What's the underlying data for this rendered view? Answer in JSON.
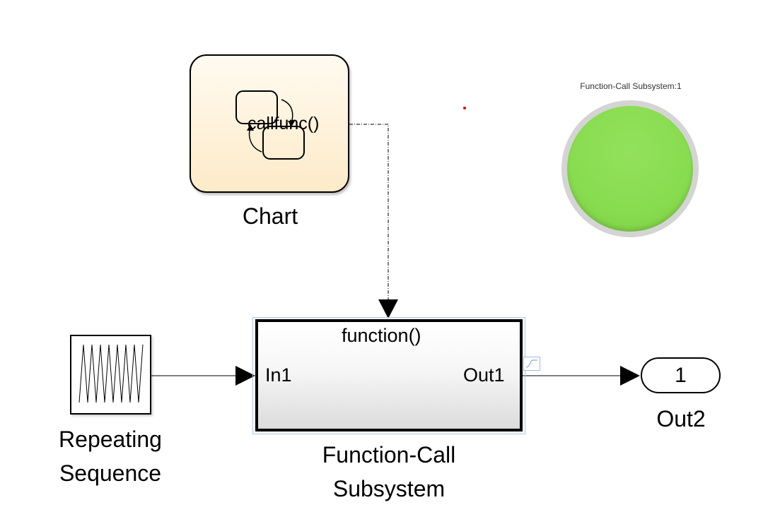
{
  "chart": {
    "label": "Chart",
    "output_port": "callfunc()"
  },
  "subsystem": {
    "label_line1": "Function-Call",
    "label_line2": "Subsystem",
    "trigger_port": "function()",
    "input_port": "In1",
    "output_port": "Out1"
  },
  "repeating_sequence": {
    "label_line1": "Repeating",
    "label_line2": "Sequence"
  },
  "outport": {
    "number": "1",
    "label": "Out2"
  },
  "lamp": {
    "title": "Function-Call Subsystem:1",
    "color": "#88dc4f"
  }
}
